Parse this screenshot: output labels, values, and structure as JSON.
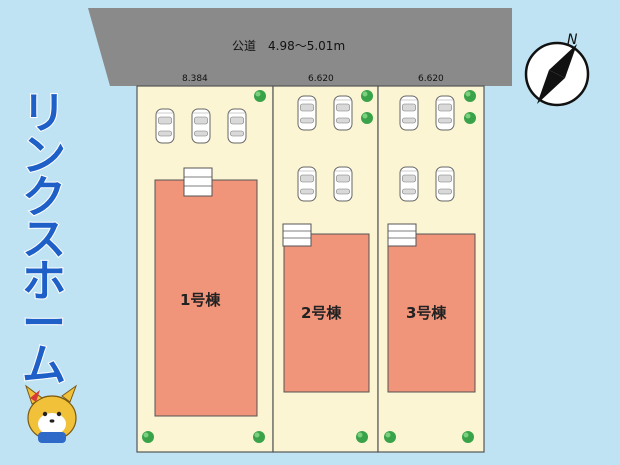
{
  "road": {
    "label": "公道　4.98〜5.01m"
  },
  "frontages": [
    "8.384",
    "6.620",
    "6.620"
  ],
  "buildings": [
    "1号棟",
    "2号棟",
    "3号棟"
  ],
  "brand": {
    "chars": [
      "リ",
      "ン",
      "ク",
      "ス",
      "ホ",
      "ー",
      "ム"
    ]
  },
  "compass": {
    "label": "N"
  },
  "colors": {
    "background": "#bfe3f3",
    "road": "#8a8a8a",
    "lot": "#fbf5d3",
    "building": "#f0947a",
    "brand": "#1e5fc8",
    "tree": "#3aa34a"
  }
}
